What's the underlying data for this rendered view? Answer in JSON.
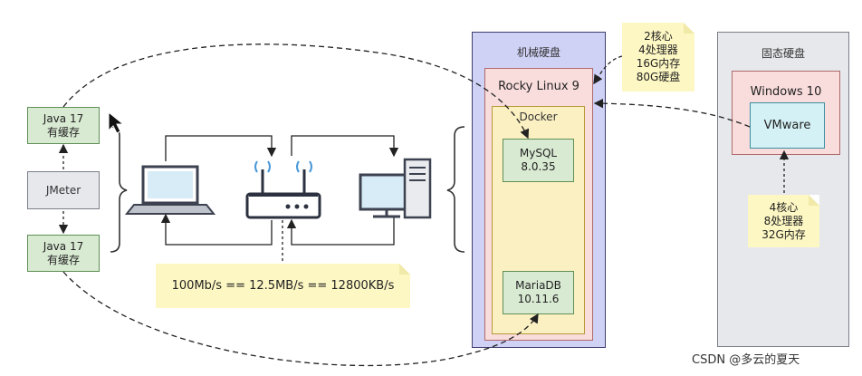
{
  "left_boxes": {
    "client_top": {
      "line1": "Java 17",
      "line2": "有缓存"
    },
    "jmeter": "JMeter",
    "client_bottom": {
      "line1": "Java 17",
      "line2": "有缓存"
    }
  },
  "network_note": "100Mb/s == 12.5MB/s == 12800KB/s",
  "hdd": {
    "title": "机械硬盘",
    "os": "Rocky Linux 9",
    "docker": "Docker",
    "mysql": {
      "line1": "MySQL",
      "line2": "8.0.35"
    },
    "mariadb": {
      "line1": "MariaDB",
      "line2": "10.11.6"
    }
  },
  "vm_spec_note": [
    "2核心",
    "4处理器",
    "16G内存",
    "80G硬盘"
  ],
  "ssd": {
    "title": "固态硬盘",
    "os": "Windows 10",
    "hypervisor": "VMware"
  },
  "host_spec_note": [
    "4核心",
    "8处理器",
    "32G内存"
  ],
  "watermark": "CSDN @多云的夏天",
  "icons": [
    "laptop-icon",
    "router-icon",
    "desktop-computer-icon",
    "mouse-cursor-icon"
  ],
  "colors": {
    "hdd_bg": "#cfd1f5",
    "os_bg": "#f9dcdc",
    "docker_bg": "#fbf0c2",
    "db_bg": "#d9ead3",
    "vmware_bg": "#d4f1f5",
    "ssd_bg": "#e6e8ec",
    "note_bg": "#fdf7c3"
  }
}
